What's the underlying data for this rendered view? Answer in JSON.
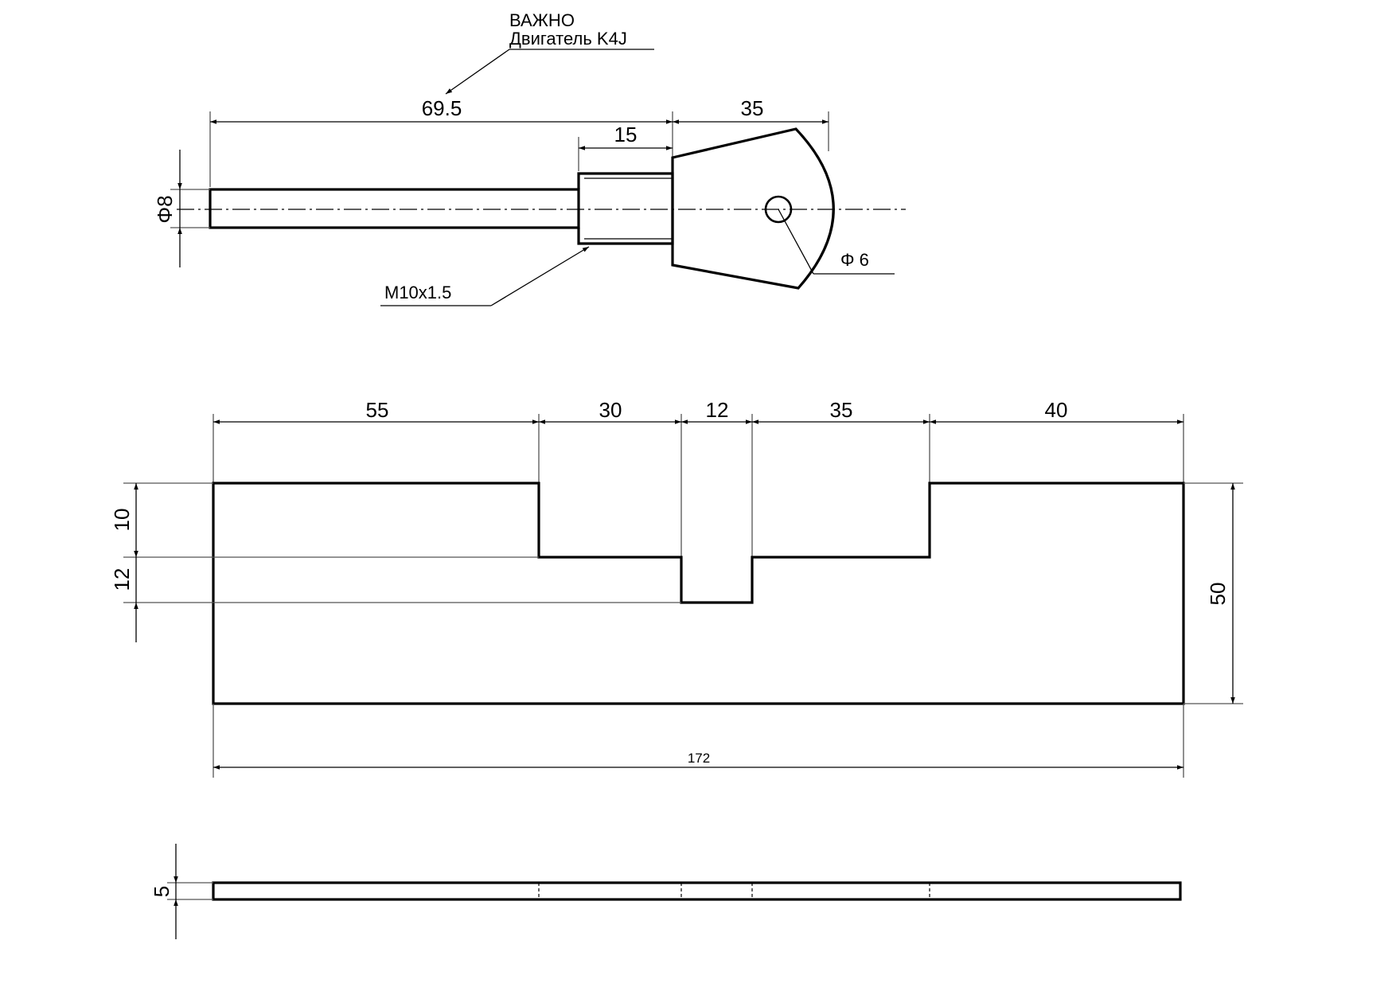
{
  "note": {
    "line1": "ВАЖНО",
    "line2": "Двигатель K4J"
  },
  "key_view": {
    "dim_overall_length": "69.5",
    "dim_thread_length": "15",
    "dim_head_length": "35",
    "dim_shaft_diameter": "Φ8",
    "dim_hole_diameter": "Φ 6",
    "thread_label": "M10x1.5"
  },
  "plate_top_view": {
    "dim_top_segments": [
      "55",
      "30",
      "12",
      "35",
      "40"
    ],
    "dim_left_step": "10",
    "dim_left_slot": "12",
    "dim_height": "50",
    "dim_total_length": "172"
  },
  "plate_side_view": {
    "dim_thickness": "5"
  }
}
